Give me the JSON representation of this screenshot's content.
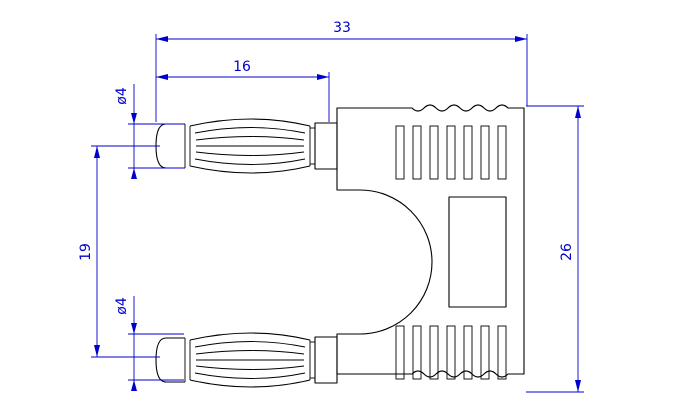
{
  "drawing": {
    "colors": {
      "dimension": "#0000cc",
      "outline": "#000000",
      "background": "#ffffff"
    },
    "dimensions": {
      "overall_width": "33",
      "pin_length": "16",
      "pin_spacing": "19",
      "body_height": "26",
      "top_pin_diameter": "ø4",
      "bottom_pin_diameter": "ø4"
    }
  }
}
